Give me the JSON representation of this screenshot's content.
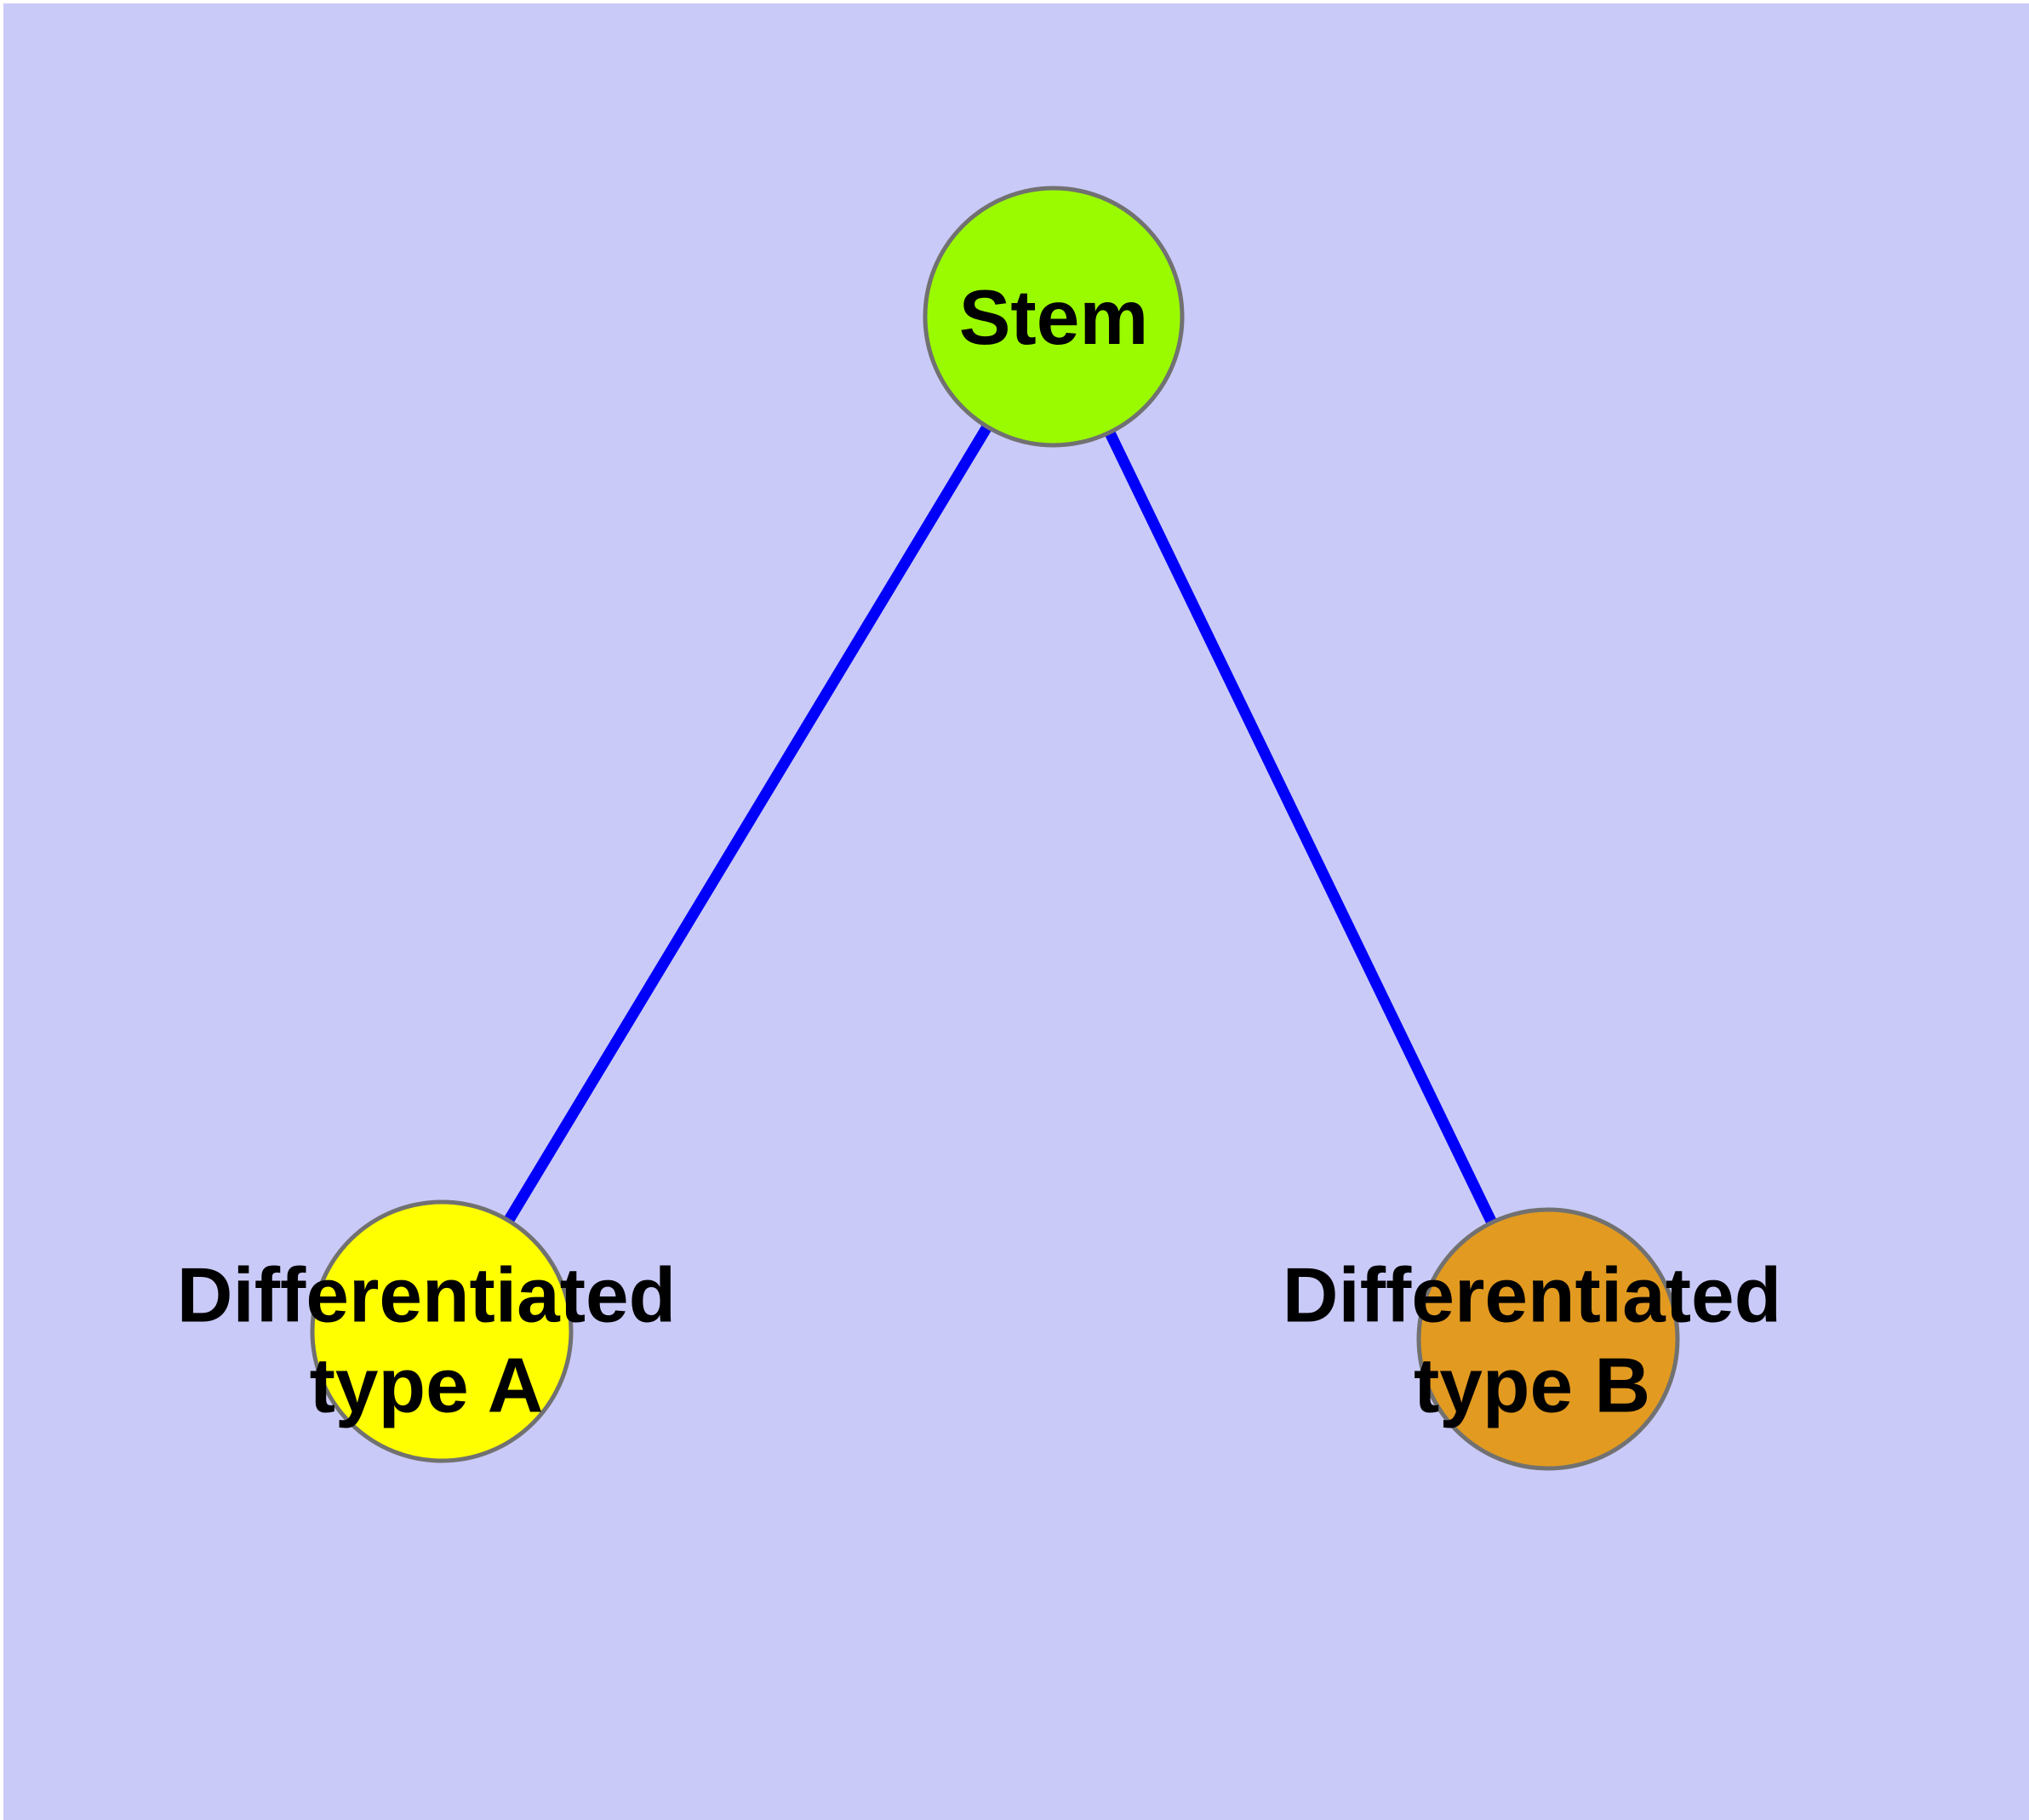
{
  "colors": {
    "background": "#CACAF8",
    "edge": "#0000FA",
    "node_border": "#717171",
    "label": "#000000",
    "node_stem_fill": "#9AFA00",
    "node_type_a_fill": "#FFFF00",
    "node_type_b_fill": "#E29A20"
  },
  "nodes": {
    "stem": {
      "label": "Stem"
    },
    "type_a": {
      "label_line1": "Differentiated",
      "label_line2": "type A"
    },
    "type_b": {
      "label_line1": "Differentiated",
      "label_line2": "type B"
    }
  },
  "edges": [
    {
      "from": "Stem",
      "to": "Differentiated type A"
    },
    {
      "from": "Stem",
      "to": "Differentiated type B"
    }
  ]
}
